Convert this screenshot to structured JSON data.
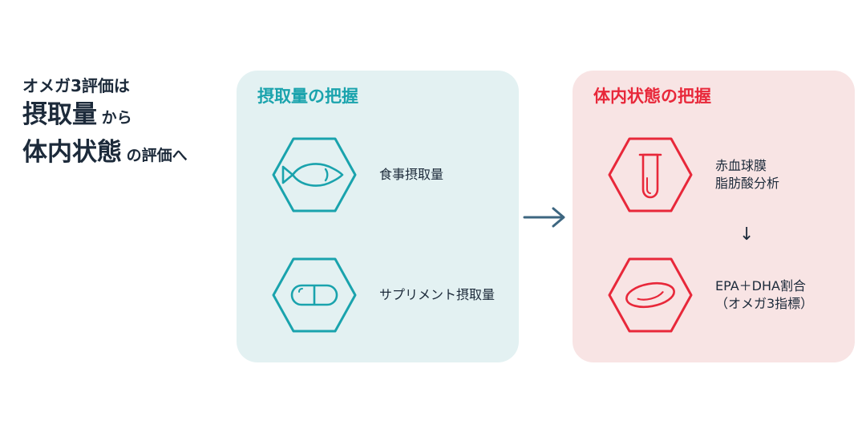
{
  "heading": {
    "line1": "オメガ3評価は",
    "line2_big": "摂取量",
    "line2_small": "から",
    "line3_big": "体内状態",
    "line3_small": "の評価へ"
  },
  "intake_panel": {
    "title": "摂取量の把握",
    "items": [
      {
        "icon": "fish-icon",
        "label": "食事摂取量"
      },
      {
        "icon": "capsule-icon",
        "label": "サプリメント摂取量"
      }
    ]
  },
  "state_panel": {
    "title": "体内状態の把握",
    "items": [
      {
        "icon": "test-tube-icon",
        "label_lines": [
          "赤血球膜",
          "脂肪酸分析"
        ]
      },
      {
        "icon": "red-blood-cell-icon",
        "label_lines": [
          "EPA＋DHA割合",
          "（オメガ3指標）"
        ]
      }
    ],
    "down_arrow": "↓"
  },
  "colors": {
    "teal": "#1aa3ad",
    "red": "#e8283a",
    "navy": "#1c2a3a",
    "arrow": "#3d6680",
    "intake_bg": "#e3f1f2",
    "state_bg": "#f8e4e4"
  }
}
